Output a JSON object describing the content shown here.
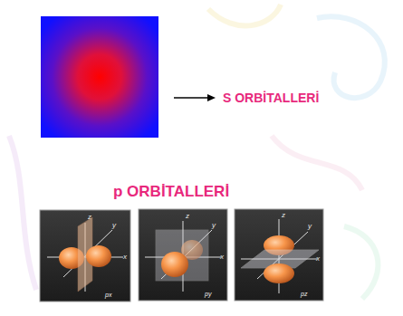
{
  "diagram": {
    "labels": [
      "S ORBİTALLERİ",
      "p ORBİTALLERİ",
      "z",
      "y",
      "x",
      "px",
      "z",
      "y",
      "x",
      "py",
      "z",
      "y",
      "x",
      "pz"
    ]
  }
}
